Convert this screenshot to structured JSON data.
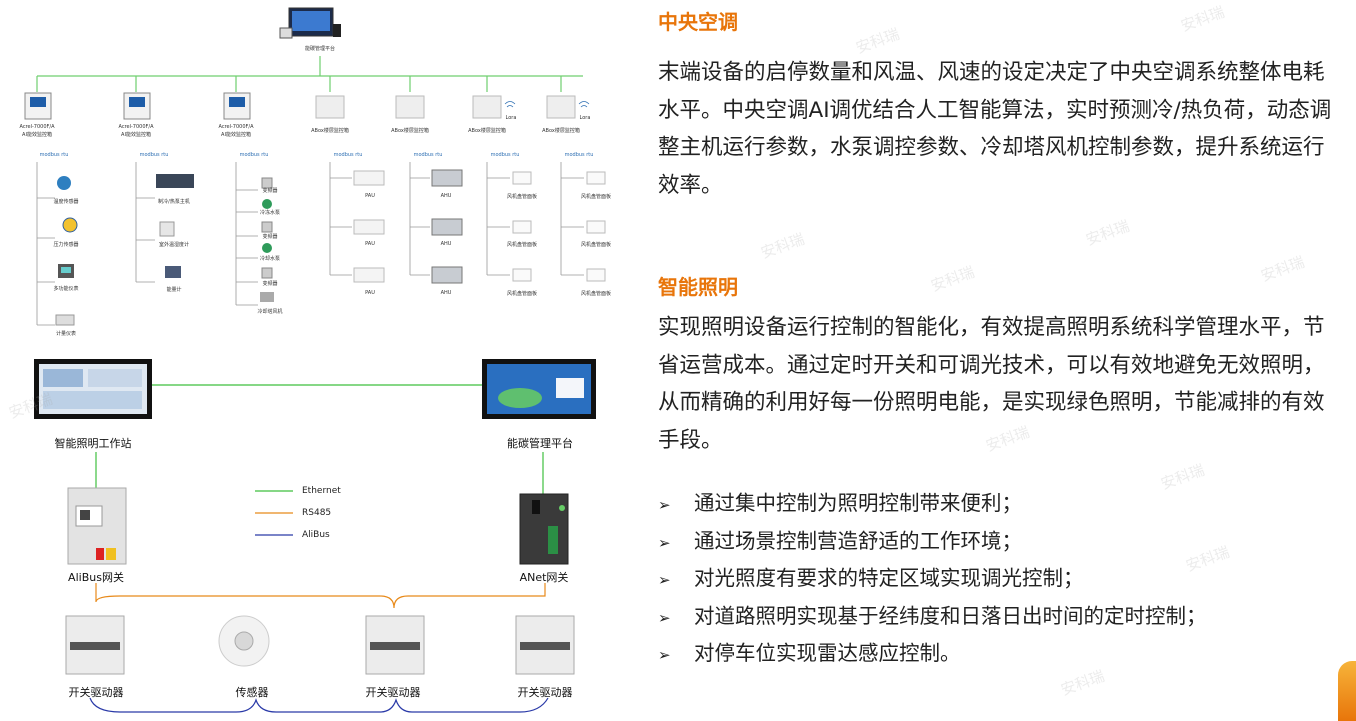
{
  "diagram": {
    "top_platform": "能碳管理平台",
    "meters": [
      {
        "line1": "Acrel-7000F/A",
        "line2": "AI能效监控箱"
      },
      {
        "line1": "Acrel-7000F/A",
        "line2": "AI能效监控箱"
      },
      {
        "line1": "Acrel-7000F/A",
        "line2": "AI能效监控箱"
      }
    ],
    "panel_labels": [
      "ABox楼层监控箱",
      "ABox楼层监控箱",
      "ABox楼层监控箱",
      "ABox楼层监控箱"
    ],
    "lora": "Lora",
    "modbus": "modbus rtu",
    "col1_devices": [
      "温度传感器",
      "压力传感器",
      "多功能仪表",
      "计量仪表"
    ],
    "col2_devices": [
      "制冷/热泵主机",
      "室外温湿度计",
      "能量计"
    ],
    "col3_devices": [
      "变频器",
      "冷冻水泵",
      "变频器",
      "冷却水泵",
      "变频器",
      "冷却塔风机"
    ],
    "pau": "PAU",
    "ahu": "AHU",
    "fcu": "风机盘管面板",
    "lower": {
      "workstation": "智能照明工作站",
      "platform": "能碳管理平台",
      "alibus_gw": "AliBus网关",
      "anet_gw": "ANet网关",
      "legend": [
        {
          "label": "Ethernet",
          "color": "#3fbf3f"
        },
        {
          "label": "RS485",
          "color": "#e88a1a"
        },
        {
          "label": "AliBus",
          "color": "#2a3aa8"
        }
      ],
      "bottom_devices": [
        "开关驱动器",
        "传感器",
        "开关驱动器",
        "开关驱动器"
      ]
    }
  },
  "sections": [
    {
      "title": "中央空调",
      "text": "末端设备的启停数量和风温、风速的设定决定了中央空调系统整体电耗水平。中央空调AI调优结合人工智能算法，实时预测冷/热负荷，动态调整主机运行参数，水泵调控参数、冷却塔风机控制参数，提升系统运行效率。"
    },
    {
      "title": "智能照明",
      "text": "实现照明设备运行控制的智能化，有效提高照明系统科学管理水平，节省运营成本。通过定时开关和可调光技术，可以有效地避免无效照明，从而精确的利用好每一份照明电能，是实现绿色照明，节能减排的有效手段。",
      "bullets": [
        "通过集中控制为照明控制带来便利；",
        "通过场景控制营造舒适的工作环境；",
        "对光照度有要求的特定区域实现调光控制；",
        "对道路照明实现基于经纬度和日落日出时间的定时控制；",
        "对停车位实现雷达感应控制。"
      ]
    }
  ],
  "bullet_glyph": "➢",
  "watermark": "安科瑞"
}
